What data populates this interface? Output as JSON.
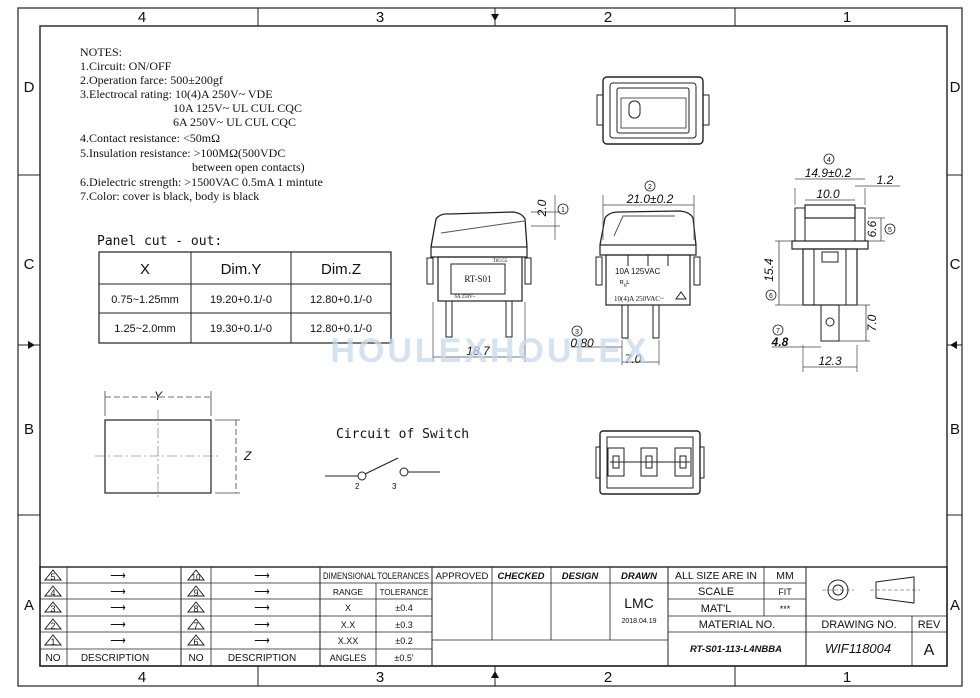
{
  "border": {
    "columns": [
      "4",
      "3",
      "2",
      "1"
    ],
    "rows": [
      "D",
      "C",
      "B",
      "A"
    ]
  },
  "notes": {
    "heading": "NOTES:",
    "lines": [
      "1.Circuit: ON/OFF",
      "2.Operation farce: 500±200gf",
      "3.Electrocal rating: 10(4)A  250V~  VDE",
      "10A 125V~   UL CUL  CQC",
      "6A  250V~   UL CUL   CQC",
      "4.Contact resistance: <50mΩ",
      "5.Insulation resistance: >100MΩ(500VDC",
      "between open contacts)",
      "6.Dielectric strength: >1500VAC  0.5mA 1 mintute",
      "7.Color: cover is black, body is black"
    ]
  },
  "panel_cutout": {
    "title": "Panel cut - out:",
    "headers": [
      "X",
      "Dim.Y",
      "Dim.Z"
    ],
    "rows": [
      [
        "0.75~1.25mm",
        "19.20+0.1/-0",
        "12.80+0.1/-0"
      ],
      [
        "1.25~2.0mm",
        "19.30+0.1/-0",
        "12.80+0.1/-0"
      ]
    ],
    "y_label": "Y",
    "z_label": "Z"
  },
  "circuit": {
    "title": "Circuit   of   Switch",
    "pin_a": "2",
    "pin_b": "3"
  },
  "dimensions": {
    "d1": "2.0",
    "n1": "1",
    "d2": "21.0±0.2",
    "n2": "2",
    "d3": "0.80",
    "n3": "3",
    "d4": "14.9±0.2",
    "n4": "4",
    "d5": "6.6",
    "n5": "5",
    "d6": "15.4",
    "n6": "6",
    "d7": "4.8",
    "n7": "7",
    "w10": "10.0",
    "w12": "1.2",
    "w18": "18.7",
    "w7a": "7.0",
    "h7": "7.0",
    "w123": "12.3"
  },
  "parts": {
    "side_label": "RT-S01",
    "side_tiny_top": "T85/55",
    "side_tiny_bottom": "6A 250V~",
    "front_rating": "10A  125VAC",
    "front_mark": "ᴿᵤᴸ",
    "front_bottom": "10(4)A 250VAC~"
  },
  "watermark": "HOULEXHOULEX",
  "title_block": {
    "rev_no": [
      "5",
      "4",
      "3",
      "2",
      "1"
    ],
    "rev_no2": [
      "10",
      "9",
      "8",
      "7",
      "6"
    ],
    "arrow": "⟶",
    "col_no": "NO",
    "col_desc": "DESCRIPTION",
    "tol_title": "DIMENSIONAL TOLERANCES",
    "tol_headers": [
      "RANGE",
      "TOLERANCE"
    ],
    "tol_rows": [
      [
        "X",
        "±0.4"
      ],
      [
        "X.X",
        "±0.3"
      ],
      [
        "X.XX",
        "±0.2"
      ],
      [
        "ANGLES",
        "±0.5'"
      ]
    ],
    "approved": "APPROVED",
    "checked": "CHECKED",
    "design": "DESIGN",
    "drawn": "DRAWN",
    "drawn_by": "LMC",
    "date": "2018.04.19",
    "size_label": "ALL SIZE ARE IN",
    "size_unit": "MM",
    "scale_label": "SCALE",
    "scale_val": "FIT",
    "mat_label": "MAT'L",
    "mat_val": "***",
    "material_no_label": "MATERIAL NO.",
    "material_no": "RT-S01-113-L4NBBA",
    "drawing_no_label": "DRAWING NO.",
    "drawing_no": "WIF118004",
    "rev_label": "REV",
    "rev": "A"
  }
}
